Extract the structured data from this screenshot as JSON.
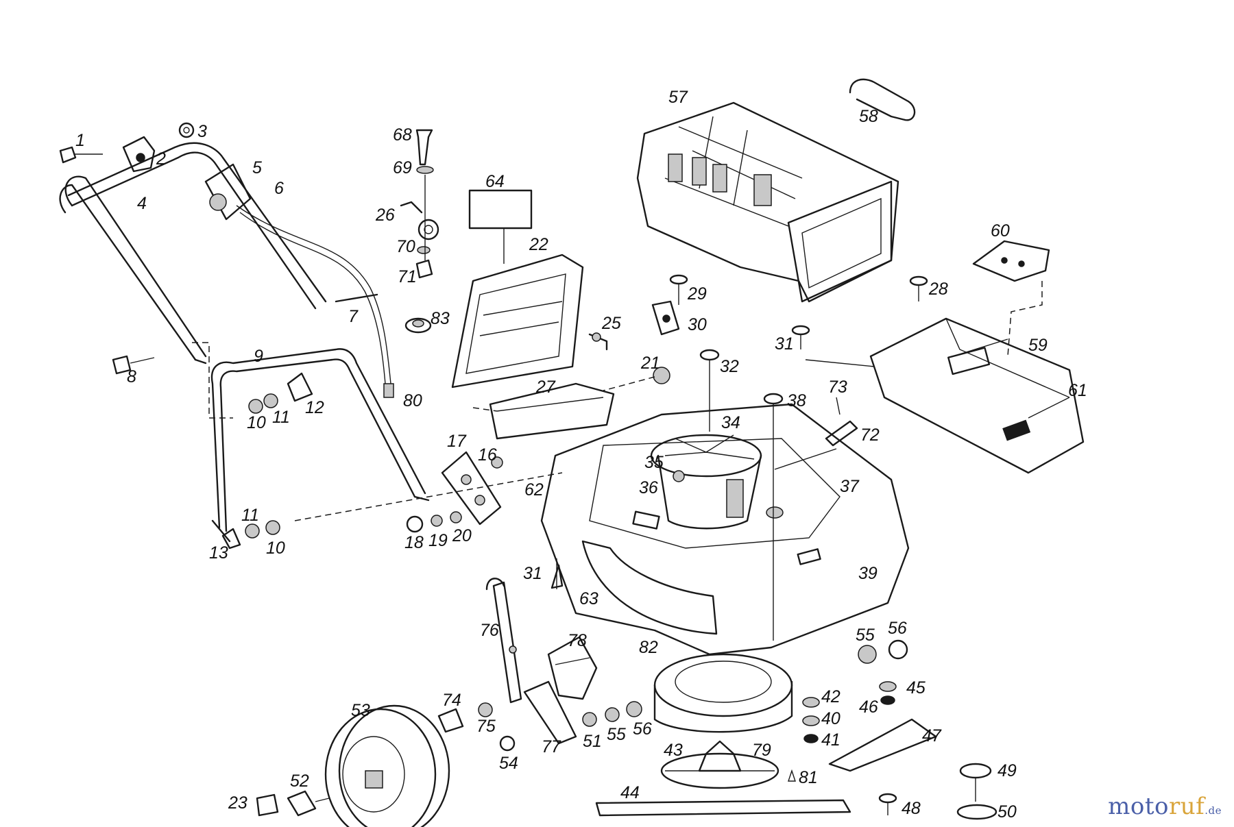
{
  "labels": [
    "1",
    "2",
    "3",
    "4",
    "5",
    "6",
    "7",
    "8",
    "9",
    "10",
    "11",
    "12",
    "10",
    "11",
    "13",
    "11",
    "10",
    "16",
    "17",
    "18",
    "19",
    "20",
    "21",
    "22",
    "23",
    "25",
    "26",
    "27",
    "28",
    "29",
    "30",
    "31",
    "31",
    "32",
    "34",
    "35",
    "36",
    "37",
    "38",
    "39",
    "40",
    "41",
    "42",
    "43",
    "44",
    "45",
    "46",
    "47",
    "48",
    "49",
    "50",
    "51",
    "52",
    "53",
    "54",
    "55",
    "55",
    "56",
    "56",
    "57",
    "58",
    "59",
    "60",
    "61",
    "62",
    "63",
    "64",
    "68",
    "69",
    "70",
    "71",
    "72",
    "73",
    "74",
    "75",
    "76",
    "77",
    "78",
    "79",
    "80",
    "81",
    "82",
    "83"
  ],
  "branding": {
    "part1": "moto",
    "part2": "ruf",
    "part3": ".de"
  },
  "colors": {
    "line": "#1a1a1a",
    "brand_blue": "#4a5fa8",
    "brand_gold": "#d9a43a"
  }
}
